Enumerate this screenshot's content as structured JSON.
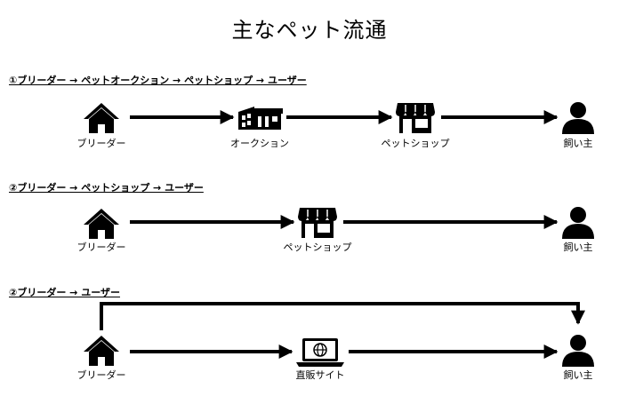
{
  "title": "主なペット流通",
  "routes": [
    {
      "heading": "①ブリーダー → ペットオークション → ペットショップ → ユーザー",
      "nodes": [
        {
          "label": "ブリーダー",
          "icon": "house-icon"
        },
        {
          "label": "オークション",
          "icon": "auction-building-icon"
        },
        {
          "label": "ペットショップ",
          "icon": "storefront-icon"
        },
        {
          "label": "飼い主",
          "icon": "person-icon"
        }
      ]
    },
    {
      "heading": "②ブリーダー → ペットショップ → ユーザー",
      "nodes": [
        {
          "label": "ブリーダー",
          "icon": "house-icon"
        },
        {
          "label": "ペットショップ",
          "icon": "storefront-icon"
        },
        {
          "label": "飼い主",
          "icon": "person-icon"
        }
      ]
    },
    {
      "heading": "②ブリーダー → ユーザー",
      "nodes": [
        {
          "label": "ブリーダー",
          "icon": "house-icon"
        },
        {
          "label": "直販サイト",
          "icon": "laptop-globe-icon"
        },
        {
          "label": "飼い主",
          "icon": "person-icon"
        }
      ]
    }
  ]
}
